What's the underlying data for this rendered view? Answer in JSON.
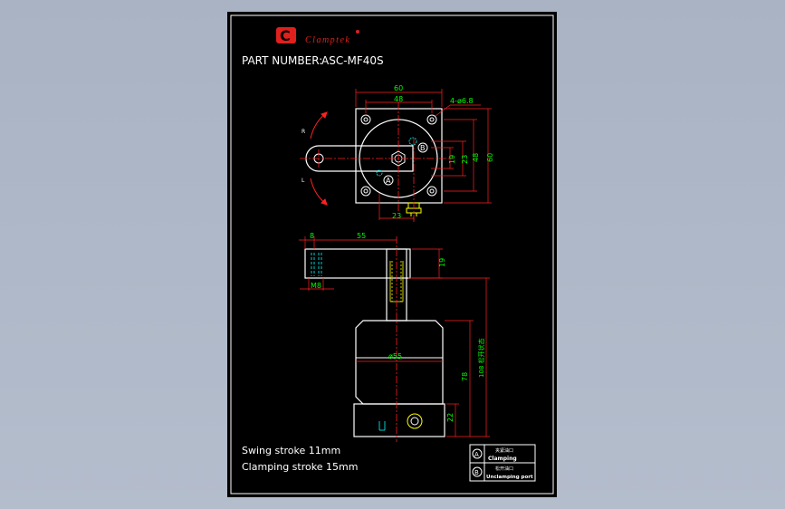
{
  "brand": {
    "logo_letter": "C",
    "logo_text": "Clamptek",
    "brand_color": "#e0201c"
  },
  "title": {
    "label": "PART NUMBER:",
    "part_number": "ASC-MF40S"
  },
  "top_view": {
    "dims": {
      "width_outer": "60",
      "width_bolt": "48",
      "holes": "4-ø6.8",
      "h19": "19",
      "h23": "23",
      "h48": "48",
      "h60": "60",
      "bottom23": "23"
    },
    "rotation_right": "R",
    "rotation_left": "L",
    "port_a": "A",
    "port_b": "B"
  },
  "side_view": {
    "dims": {
      "d8": "8",
      "d55": "55",
      "d19": "19",
      "thread": "M8",
      "dia55": "ø55",
      "h78": "78",
      "h22": "22",
      "h108": "108 松开状态"
    }
  },
  "notes": {
    "swing_stroke": "Swing stroke 11mm",
    "clamping_stroke": "Clamping stroke 15mm"
  },
  "legend": {
    "a_symbol": "A",
    "a_cn": "夹紧油口",
    "a_en": "Clamping",
    "b_symbol": "B",
    "b_cn": "松开油口",
    "b_en": "Unclamping port"
  },
  "colors": {
    "outline": "#ffffff",
    "dimension": "#00ff00",
    "centerline": "#ff2020",
    "hidden": "#00ffff",
    "thread": "#ffff00",
    "frame": "#ffffff"
  }
}
